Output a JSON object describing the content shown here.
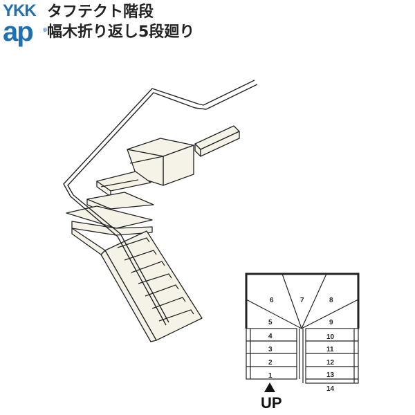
{
  "brand": {
    "top": "YKK",
    "bottom": "ap",
    "mark": "®",
    "color": "#1f6fb3"
  },
  "title": {
    "line1": "タフテクト階段",
    "line2": "幅木折り返し5段廻り"
  },
  "plan": {
    "steps": [
      "1",
      "2",
      "3",
      "4",
      "5",
      "6",
      "7",
      "8",
      "9",
      "10",
      "11",
      "12",
      "13",
      "14"
    ],
    "up_label": "UP"
  }
}
